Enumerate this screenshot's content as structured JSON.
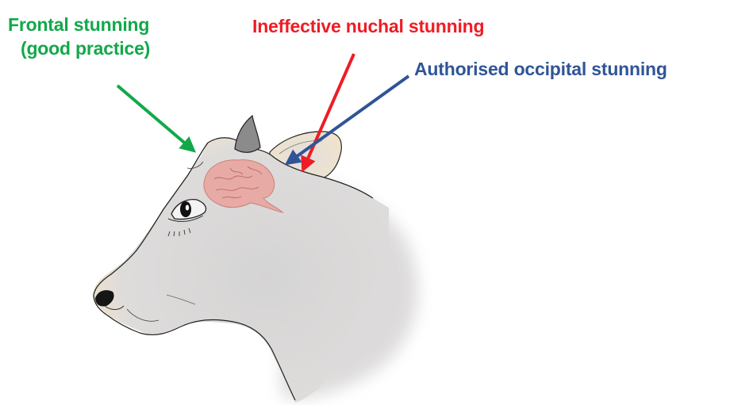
{
  "labels": {
    "frontal_line1": "Frontal stunning",
    "frontal_line2": "(good practice)",
    "nuchal": "Ineffective nuchal stunning",
    "occipital": "Authorised occipital stunning"
  },
  "colors": {
    "frontal": "#12a84a",
    "nuchal": "#ee1c25",
    "occipital": "#2f5597",
    "head_fill": "#d9d7d6",
    "head_edge": "#f3e6cf",
    "brain": "#e9a9a3",
    "horn": "#8a8a8a",
    "outline": "#222222"
  }
}
